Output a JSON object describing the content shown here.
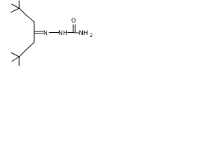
{
  "diagram": {
    "atoms": {
      "n1": "N",
      "n2": "N",
      "n2_h": "H",
      "o": "O",
      "nh2": "NH",
      "nh2_sub": "2"
    },
    "colors": {
      "bond": "#000000",
      "label": "#000000",
      "background": "#ffffff"
    }
  }
}
